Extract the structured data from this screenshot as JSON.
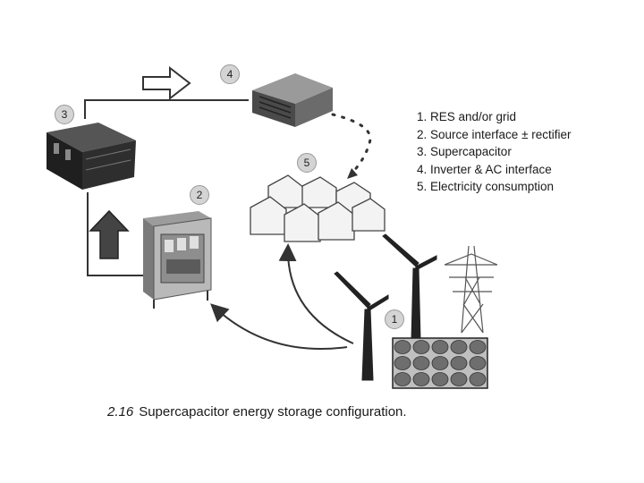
{
  "badges": {
    "b1": "1",
    "b2": "2",
    "b3": "3",
    "b4": "4",
    "b5": "5"
  },
  "legend": [
    "1. RES and/or grid",
    "2. Source interface ± rectifier",
    "3. Supercapacitor",
    "4. Inverter & AC interface",
    "5. Electricity consumption"
  ],
  "caption": {
    "number": "2.16",
    "text": "Supercapacitor energy storage configuration."
  },
  "colors": {
    "line": "#333333",
    "device_dark": "#2b2b2b",
    "device_mid": "#8a8a8a",
    "panel": "#bdbdbd"
  }
}
